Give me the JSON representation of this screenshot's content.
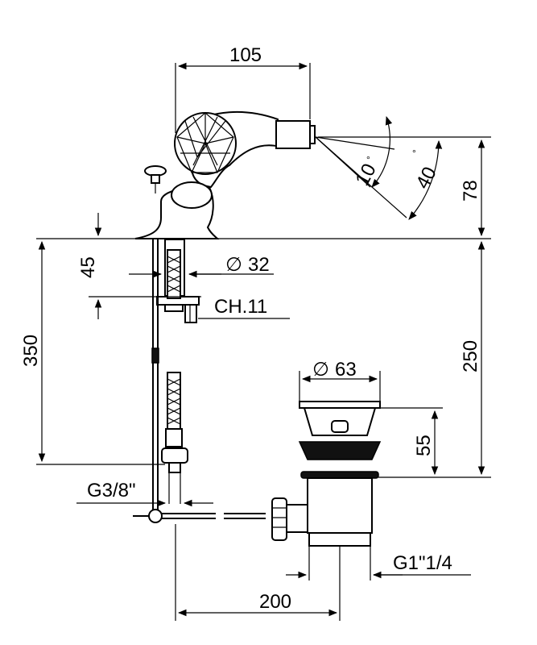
{
  "dimensions": {
    "spout_reach": "105",
    "spout_angle_min": "10",
    "spout_angle_max": "40",
    "degree_symbol": "°",
    "spout_height": "78",
    "deck_depth": "45",
    "shank_diameter_symbol": "∅",
    "shank_diameter": "32",
    "nut_size": "CH.11",
    "total_depth": "350",
    "waste_height": "250",
    "waste_flange_symbol": "∅",
    "waste_flange_diameter": "63",
    "waste_head_height": "55",
    "supply_thread": "G3/8\"",
    "waste_thread": "G1\"1/4",
    "rod_distance": "200"
  }
}
